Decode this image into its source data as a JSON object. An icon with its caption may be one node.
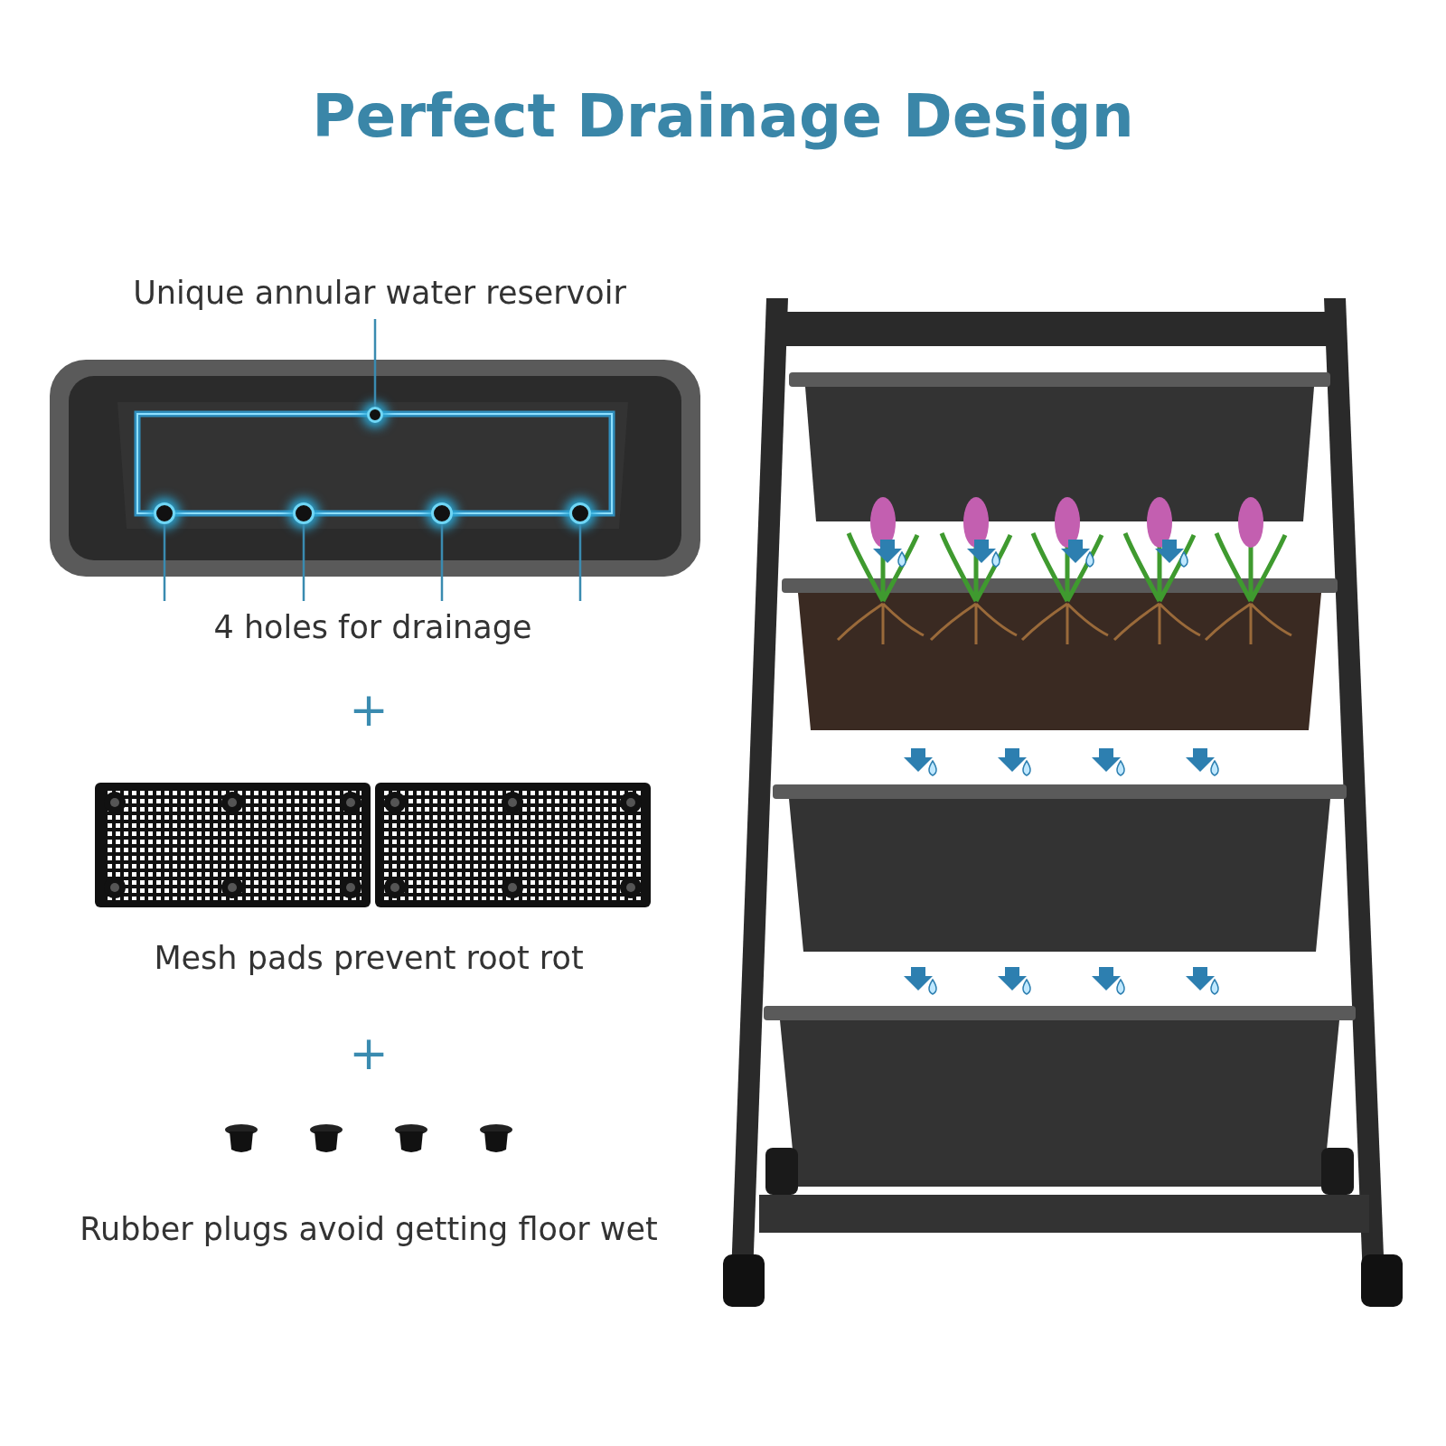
{
  "diagram": {
    "title": "Perfect Drainage Design",
    "nodes": [
      {
        "text": [
          "Unique annular water reservoir"
        ]
      },
      {
        "text": [],
        "shape": "circle"
      },
      {
        "text": [
          "4 holes for drainage"
        ]
      },
      {
        "text": [],
        "shape": "circle"
      },
      {
        "text": [],
        "shape": "circle"
      },
      {
        "text": [],
        "shape": "circle"
      },
      {
        "text": [],
        "shape": "circle"
      }
    ],
    "edges": [
      {
        "from": 0,
        "to": 1,
        "arrow": "none"
      },
      {
        "from": 2,
        "to": 3,
        "arrow": "none"
      },
      {
        "from": 2,
        "to": 4,
        "arrow": "none"
      },
      {
        "from": 2,
        "to": 5,
        "arrow": "none"
      },
      {
        "from": 2,
        "to": 6,
        "arrow": "none"
      }
    ],
    "labels": [
      "+",
      "Mesh pads prevent root rot",
      "+",
      "Rubber plugs avoid getting floor wet"
    ]
  }
}
